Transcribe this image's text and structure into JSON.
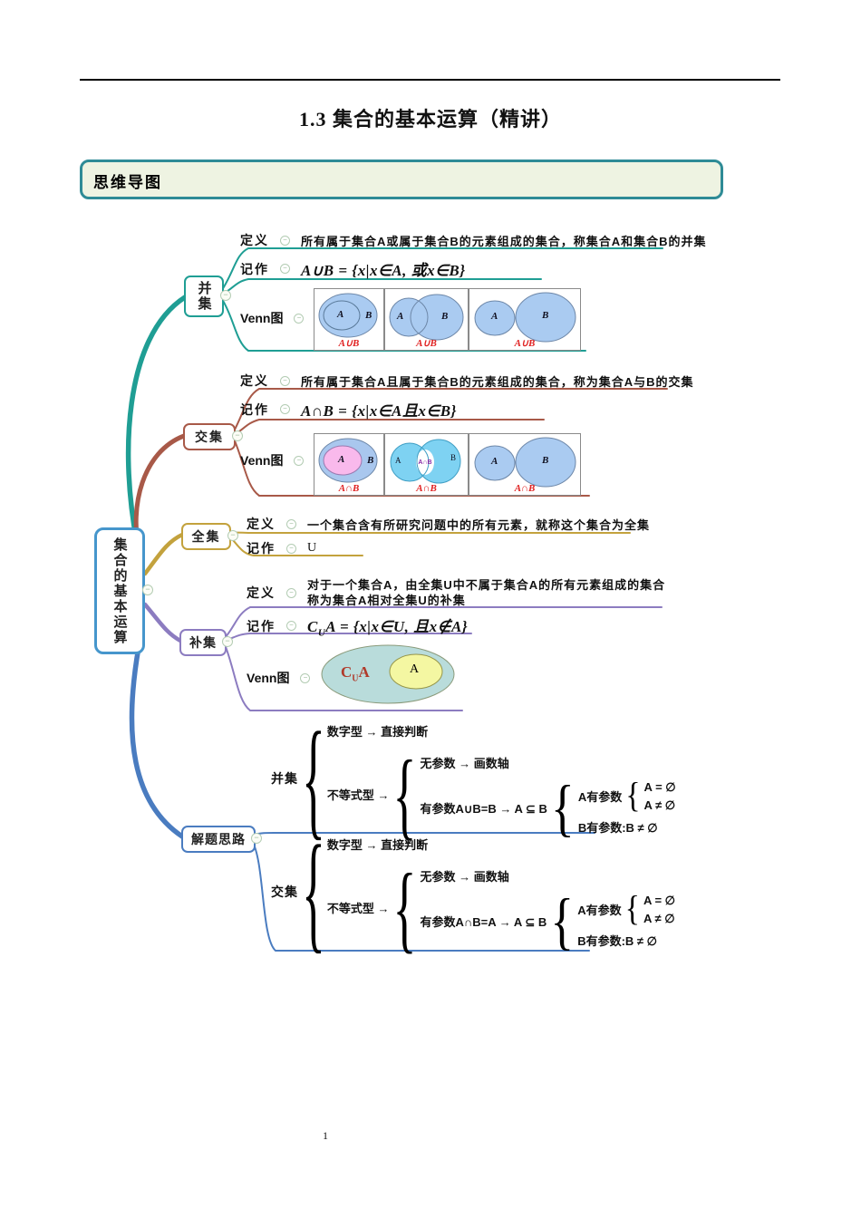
{
  "page": {
    "title": "1.3 集合的基本运算（精讲）",
    "section": "思维导图",
    "page_number": "1"
  },
  "ui": {
    "collapse_glyph": "−",
    "brace_glyph": "{"
  },
  "root": {
    "label": "集合的基本运算"
  },
  "union": {
    "label": "并集",
    "def_label": "定义",
    "def_text": "所有属于集合A或属于集合B的元素组成的集合，称集合A和集合B的并集",
    "note_label": "记作",
    "formula": "A∪B = {x|x∈A, 或x∈B}",
    "venn_label": "Venn图",
    "caption": "A∪B",
    "set_a": "A",
    "set_b": "B"
  },
  "intersection": {
    "label": "交集",
    "def_label": "定义",
    "def_text": "所有属于集合A且属于集合B的元素组成的集合，称为集合A与B的交集",
    "note_label": "记作",
    "formula": "A∩B = {x|x∈A且x∈B}",
    "venn_label": "Venn图",
    "caption": "A∩B",
    "lens_text": "A∩B",
    "set_a": "A",
    "set_b": "B"
  },
  "universal": {
    "label": "全集",
    "def_label": "定义",
    "def_text": "一个集合含有所研究问题中的所有元素，就称这个集合为全集",
    "note_label": "记作",
    "notation": "U"
  },
  "complement": {
    "label": "补集",
    "def_label": "定义",
    "def_text_line1": "对于一个集合A，由全集U中不属于集合A的所有元素组成的集合",
    "def_text_line2": "称为集合A相对全集U的补集",
    "note_label": "记作",
    "formula_c": "C",
    "formula_sub": "U",
    "formula_rest": "A = {x|x∈U, 且x∉A}",
    "venn_label": "Venn图",
    "venn_c": "C",
    "venn_sub": "U",
    "venn_a": "A",
    "inner_label": "A"
  },
  "solve": {
    "label": "解题思路",
    "union": {
      "label": "并集",
      "numeric": "数字型 → 直接判断",
      "ineq": "不等式型 →",
      "no_param": "无参数 → 画数轴",
      "with_param": "有参数A∪B=B → A ⊆ B",
      "a_param": "A有参数",
      "a_empty": "A = ∅",
      "a_nonempty": "A ≠ ∅",
      "b_param": "B有参数:B ≠ ∅"
    },
    "intersection": {
      "label": "交集",
      "numeric": "数字型 → 直接判断",
      "ineq": "不等式型 →",
      "no_param": "无参数 → 画数轴",
      "with_param": "有参数A∩B=A → A ⊆ B",
      "a_param": "A有参数",
      "a_empty": "A = ∅",
      "a_nonempty": "A ≠ ∅",
      "b_param": "B有参数:B ≠ ∅"
    }
  },
  "colors": {
    "union": "#1f9e94",
    "inter": "#a85948",
    "univ": "#c3a23d",
    "comp": "#8c7cc0",
    "solve": "#4a7cc0",
    "root": "#4696cc",
    "caption": "#e02222",
    "section-border": "#2e8b96",
    "section-bg": "#eef3e2",
    "venn-blue": "#aacbf1",
    "venn-pink": "#f9b9ec",
    "venn-cyan": "#7ed2f2",
    "venn-teal": "#b9dcdb",
    "venn-yellow": "#f4f7a2"
  }
}
